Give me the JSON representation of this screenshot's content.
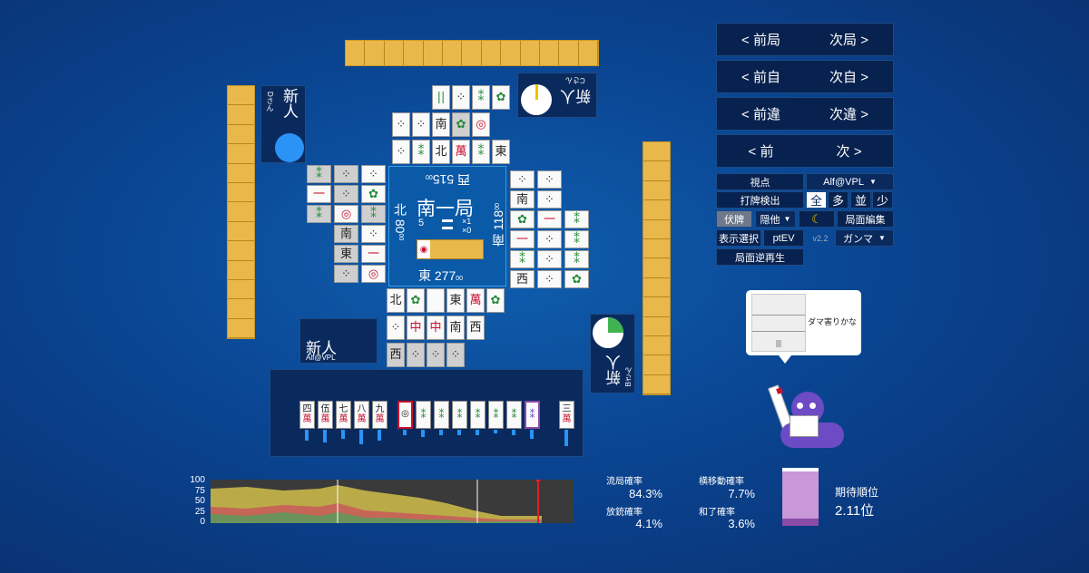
{
  "nav": {
    "prev_round": "< 前局",
    "next_round": "次局 >",
    "prev_self": "< 前自",
    "next_self": "次自 >",
    "prev_diff": "< 前違",
    "next_diff": "次違 >",
    "prev": "< 前",
    "next": "次 >"
  },
  "controls": {
    "viewpoint_label": "視点",
    "viewpoint_value": "Alf@VPL",
    "detect_label": "打牌検出",
    "detect_options": [
      "全",
      "多",
      "並",
      "少"
    ],
    "hide_label": "伏牌",
    "hide_select": "隠他",
    "moon_icon": "☾",
    "edit_label": "局面編集",
    "display_label": "表示選択",
    "ptev_label": "ptEV",
    "version": "v2.2",
    "gamma_select": "ガンマ",
    "replay_label": "局面逆再生"
  },
  "center": {
    "round": "南一局",
    "honba": "5",
    "riichi_x1": "×1",
    "riichi_x0": "×0",
    "west_score": "西 515",
    "west_sub": "00",
    "north_score": "北 80",
    "north_sub": "00",
    "south_score": "南 118",
    "south_sub": "00",
    "east_score": "東 277",
    "east_sub": "00"
  },
  "players": {
    "left": {
      "name": "新人",
      "sub": "Dさん"
    },
    "top": {
      "name": "新人",
      "sub": "Cさん"
    },
    "right": {
      "name": "新人",
      "sub": "Bさん"
    },
    "self": {
      "name": "新人",
      "sub": "Alf@VPL"
    }
  },
  "tooltip": {
    "text": "ダマ害りかな"
  },
  "hand": [
    {
      "top": "四",
      "bot": "萬"
    },
    {
      "top": "伍",
      "bot": "萬"
    },
    {
      "top": "七",
      "bot": "萬"
    },
    {
      "top": "八",
      "bot": "萬"
    },
    {
      "top": "九",
      "bot": "萬"
    },
    {
      "top": "◎",
      "bot": ""
    },
    {
      "top": "",
      "bot": ""
    },
    {
      "top": "",
      "bot": ""
    },
    {
      "top": "",
      "bot": ""
    },
    {
      "top": "",
      "bot": ""
    },
    {
      "top": "",
      "bot": ""
    },
    {
      "top": "",
      "bot": ""
    },
    {
      "top": "",
      "bot": ""
    },
    {
      "top": "三",
      "bot": "萬"
    }
  ],
  "graph": {
    "y_ticks": [
      "100",
      "75",
      "50",
      "25",
      "0"
    ]
  },
  "stats": {
    "ryukyoku_label": "流局確率",
    "ryukyoku_value": "84.3%",
    "houjuu_label": "放銃確率",
    "houjuu_value": "4.1%",
    "yokoido_label": "横移動確率",
    "yokoido_value": "7.7%",
    "agari_label": "和了確率",
    "agari_value": "3.6%",
    "expected_label": "期待順位",
    "expected_value": "2.11位"
  },
  "colors": {
    "accent": "#e8b84a",
    "panel": "#08224f",
    "bg": "#0a4592",
    "rank_bar": "#c898d8"
  }
}
